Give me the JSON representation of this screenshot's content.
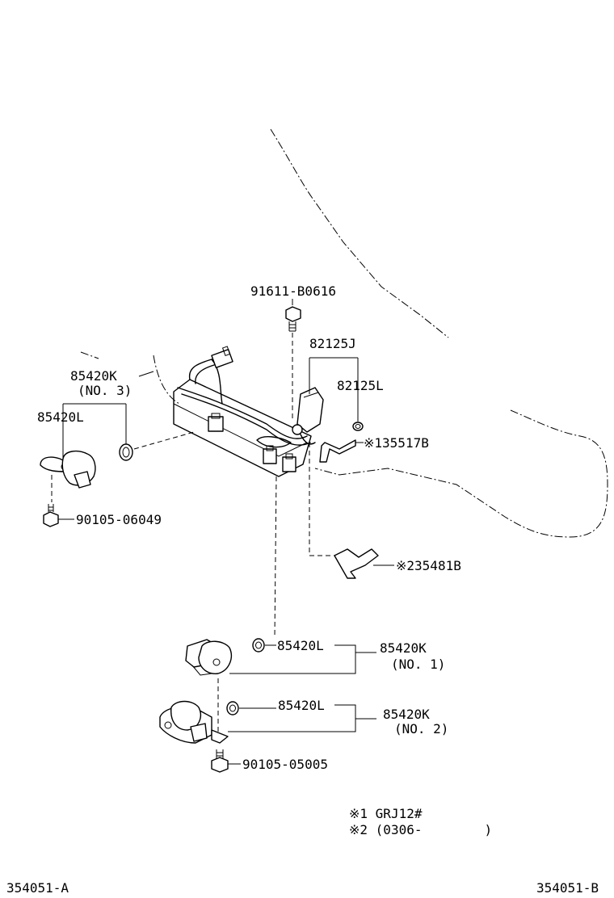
{
  "labels": {
    "bolt_top": "91611-B0616",
    "harness_j": "82125J",
    "harness_l": "82125L",
    "bracket_1": "※135517B",
    "solenoid_no3_k": "85420K",
    "solenoid_no3_no": "(NO. 3)",
    "solenoid_no3_l": "85420L",
    "bolt_left": "90105-06049",
    "bracket_2": "※235481B",
    "solenoid_no1_l": "85420L",
    "solenoid_no1_k": "85420K",
    "solenoid_no1_no": "(NO. 1)",
    "solenoid_no2_l": "85420L",
    "solenoid_no2_k": "85420K",
    "solenoid_no2_no": "(NO. 2)",
    "bolt_bottom": "90105-05005"
  },
  "notes": {
    "note_1": "※1 GRJ12#",
    "note_2": "※2 (0306-        )"
  },
  "footer": {
    "code_left": "354051-A",
    "code_right": "354051-B"
  }
}
